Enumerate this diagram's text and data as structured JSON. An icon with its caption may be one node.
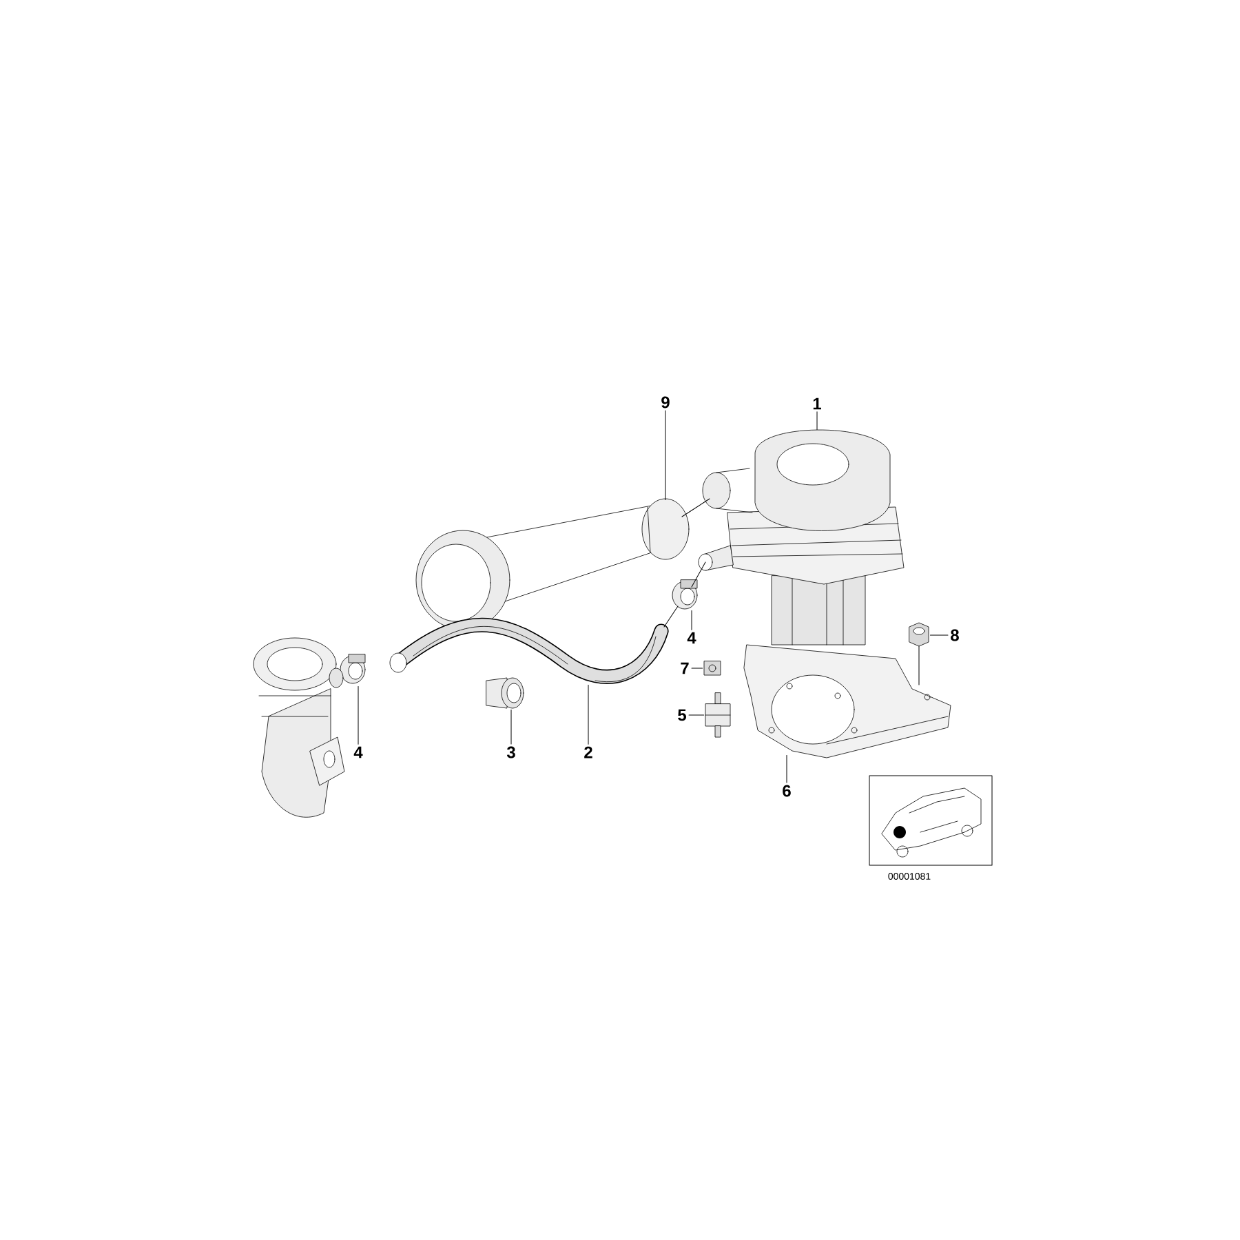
{
  "diagram": {
    "nodes": [
      {
        "text": [
          "9"
        ]
      },
      {
        "text": [
          "1"
        ]
      },
      {
        "text": [
          "4"
        ]
      },
      {
        "text": [
          "8"
        ]
      },
      {
        "text": [
          "7"
        ]
      },
      {
        "text": [
          "5"
        ]
      },
      {
        "text": [
          "4"
        ]
      },
      {
        "text": [
          "3"
        ]
      },
      {
        "text": [
          "2"
        ]
      },
      {
        "text": [
          "6"
        ]
      },
      {
        "text": [],
        "shape": "picture"
      },
      {
        "text": [],
        "shape": "picture"
      },
      {
        "text": [],
        "shape": "picture"
      },
      {
        "text": [],
        "shape": "picture"
      },
      {
        "text": [],
        "shape": "picture"
      },
      {
        "text": [],
        "shape": "picture"
      },
      {
        "text": [],
        "shape": "picture"
      },
      {
        "text": [],
        "shape": "picture"
      },
      {
        "text": [],
        "shape": "picture"
      },
      {
        "text": [],
        "shape": "picture"
      }
    ],
    "edges": [
      {
        "from": 0,
        "to": 10,
        "arrow": "none"
      },
      {
        "from": 1,
        "to": 11,
        "arrow": "none"
      },
      {
        "from": 2,
        "to": 12,
        "arrow": "none"
      },
      {
        "from": 3,
        "to": 13,
        "arrow": "none"
      },
      {
        "from": 4,
        "to": 14,
        "arrow": "none"
      },
      {
        "from": 5,
        "to": 15,
        "arrow": "none"
      },
      {
        "from": 6,
        "to": 16,
        "arrow": "none"
      },
      {
        "from": 7,
        "to": 17,
        "arrow": "none"
      },
      {
        "from": 8,
        "to": 18,
        "arrow": "none"
      },
      {
        "from": 9,
        "to": 19,
        "arrow": "none"
      },
      {
        "from": 10,
        "to": 11,
        "arrow": "none"
      },
      {
        "from": 18,
        "to": 12,
        "arrow": "none"
      },
      {
        "from": 12,
        "to": 11,
        "arrow": "none"
      },
      {
        "from": 13,
        "to": 19,
        "arrow": "none"
      }
    ],
    "labels": [
      "00001081"
    ]
  }
}
